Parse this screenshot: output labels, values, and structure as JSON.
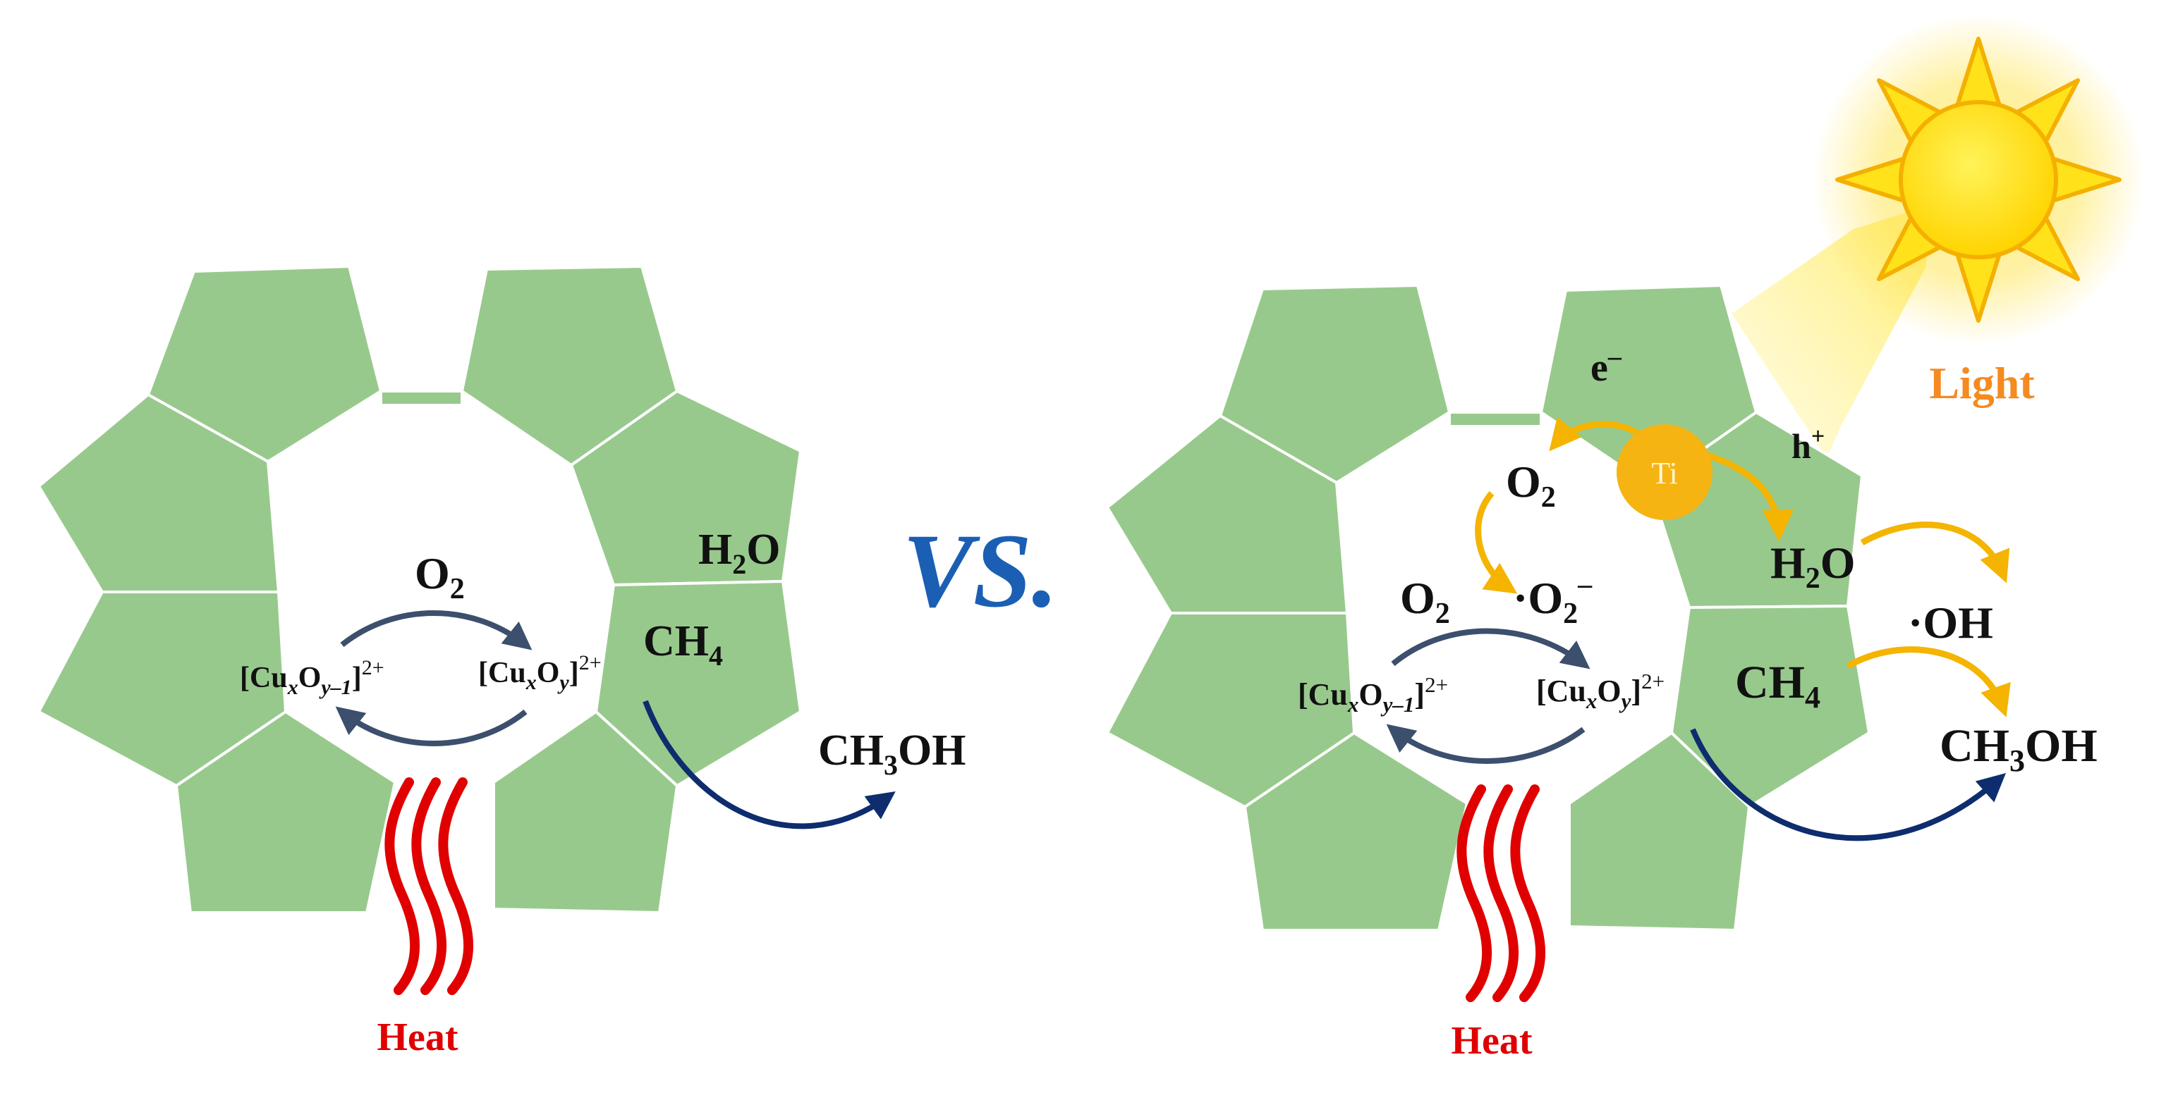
{
  "colors": {
    "framework": "#98c98c",
    "framework_edge": "#ffffff",
    "heat": "#e00000",
    "dark_arrow": "#3c4f6c",
    "navy_arrow": "#0d2d6e",
    "yellow_arrow": "#f4b400",
    "ti": "#f5b412",
    "light_text": "#f58a20",
    "vs": "#1a5fb4"
  },
  "icons": {
    "sun": "sun-icon",
    "heat": "heat-waves-icon",
    "ti": "ti-atom-icon"
  },
  "vs_label": "VS.",
  "left": {
    "o2": {
      "main": "O",
      "sub": "2"
    },
    "h2o": {
      "a": "H",
      "sub": "2",
      "b": "O"
    },
    "ch4": {
      "main": "CH",
      "sub": "4"
    },
    "ch3oh": {
      "a": "CH",
      "sub": "3",
      "b": "OH"
    },
    "cu_reduced": {
      "open": "[Cu",
      "x": "x",
      "o": "O",
      "y": "y–1",
      "close": "]",
      "charge": "2+"
    },
    "cu_oxidized": {
      "open": "[Cu",
      "x": "x",
      "o": "O",
      "y": "y",
      "close": "]",
      "charge": "2+"
    },
    "heat": "Heat"
  },
  "right": {
    "electron": {
      "main": "e",
      "sup": "–"
    },
    "hole": {
      "main": "h",
      "sup": "+"
    },
    "ti": "Ti",
    "light": "Light",
    "o2_top": {
      "main": "O",
      "sub": "2"
    },
    "o2_mid": {
      "main": "O",
      "sub": "2"
    },
    "superoxide": {
      "main": "·O",
      "sub": "2",
      "sup": "–"
    },
    "h2o": {
      "a": "H",
      "sub": "2",
      "b": "O"
    },
    "hydroxyl": "·OH",
    "ch4": {
      "main": "CH",
      "sub": "4"
    },
    "ch3oh": {
      "a": "CH",
      "sub": "3",
      "b": "OH"
    },
    "cu_reduced": {
      "open": "[Cu",
      "x": "x",
      "o": "O",
      "y": "y–1",
      "close": "]",
      "charge": "2+"
    },
    "cu_oxidized": {
      "open": "[Cu",
      "x": "x",
      "o": "O",
      "y": "y",
      "close": "]",
      "charge": "2+"
    },
    "heat": "Heat"
  }
}
